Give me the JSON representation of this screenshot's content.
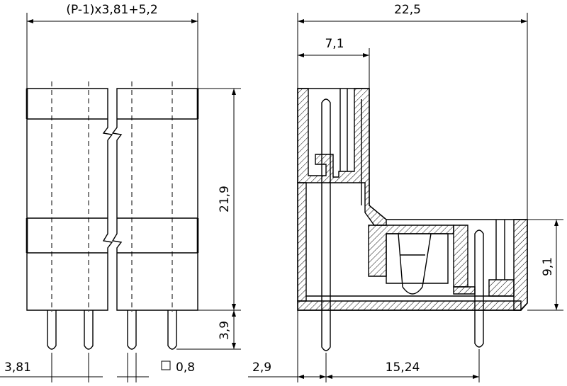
{
  "dimensions": {
    "overall_width_formula": "(P-1)x3,81+5,2",
    "overall_length": "22,5",
    "offset_top": "7,1",
    "height_total": "21,9",
    "pin_length": "3,9",
    "side_height": "9,1",
    "pitch": "3,81",
    "pin_square": "0,8",
    "pin_offset": "2,9",
    "pin_row_spacing": "15,24"
  },
  "symbols": {
    "square_symbol": "□"
  }
}
